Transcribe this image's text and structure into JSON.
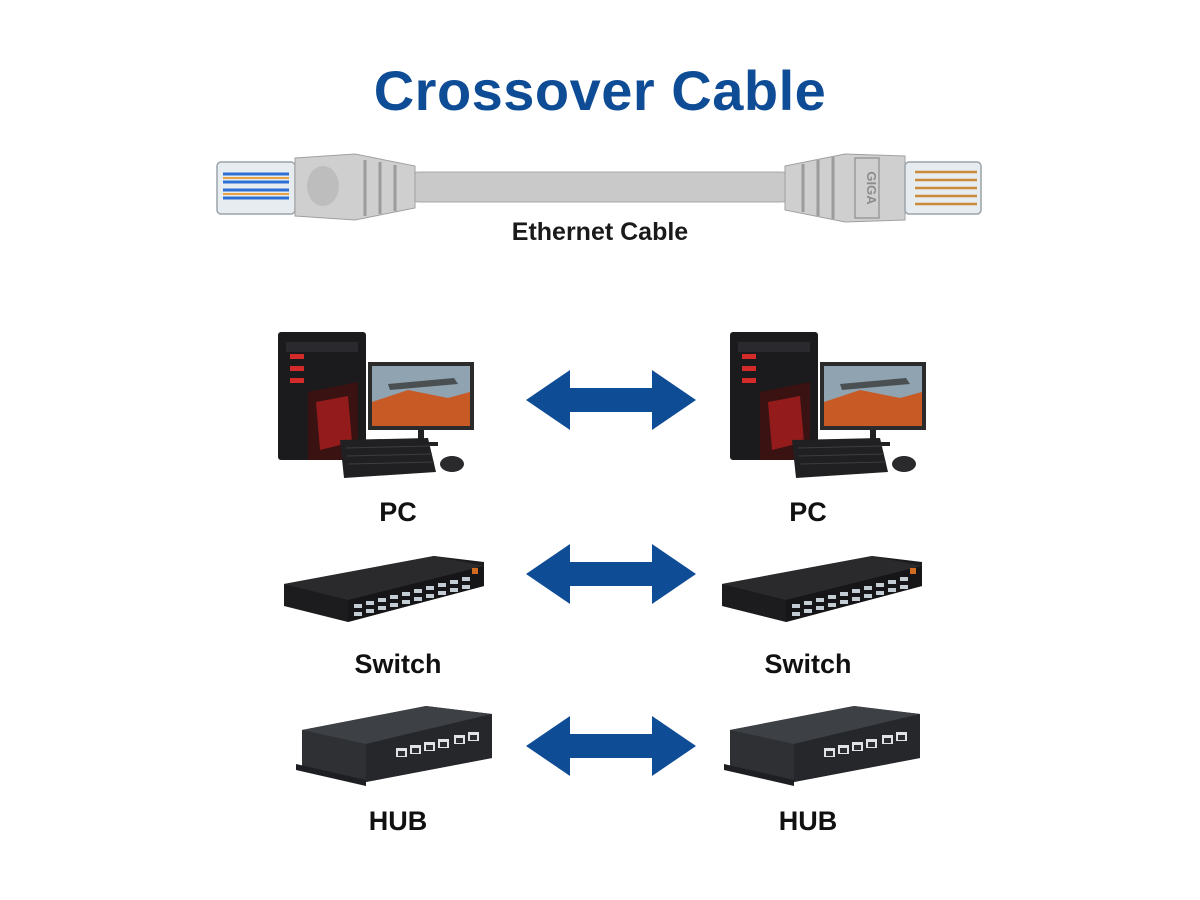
{
  "title": "Crossover Cable",
  "cable": {
    "label": "Ethernet Cable",
    "boot_text": "GIGA"
  },
  "rows": [
    {
      "left_label": "PC",
      "right_label": "PC"
    },
    {
      "left_label": "Switch",
      "right_label": "Switch"
    },
    {
      "left_label": "HUB",
      "right_label": "HUB"
    }
  ],
  "colors": {
    "title": "#0f4c96",
    "arrow": "#0f4c96"
  }
}
